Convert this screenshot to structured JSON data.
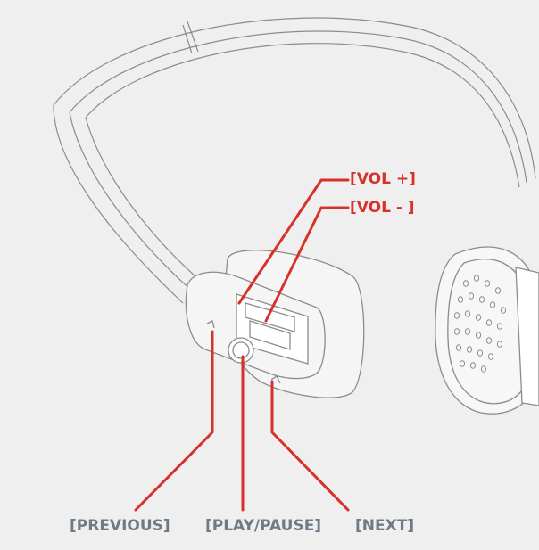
{
  "labels": {
    "vol_up": "[VOL +]",
    "vol_down": "[VOL - ]",
    "previous": "[PREVIOUS]",
    "play_pause": "[PLAY/PAUSE]",
    "next": "[NEXT]"
  },
  "colors": {
    "background": "#efefef",
    "line_art": "#8c8c8c",
    "callout_red": "#d7322a",
    "bottom_label_gray": "#6f7a86"
  }
}
